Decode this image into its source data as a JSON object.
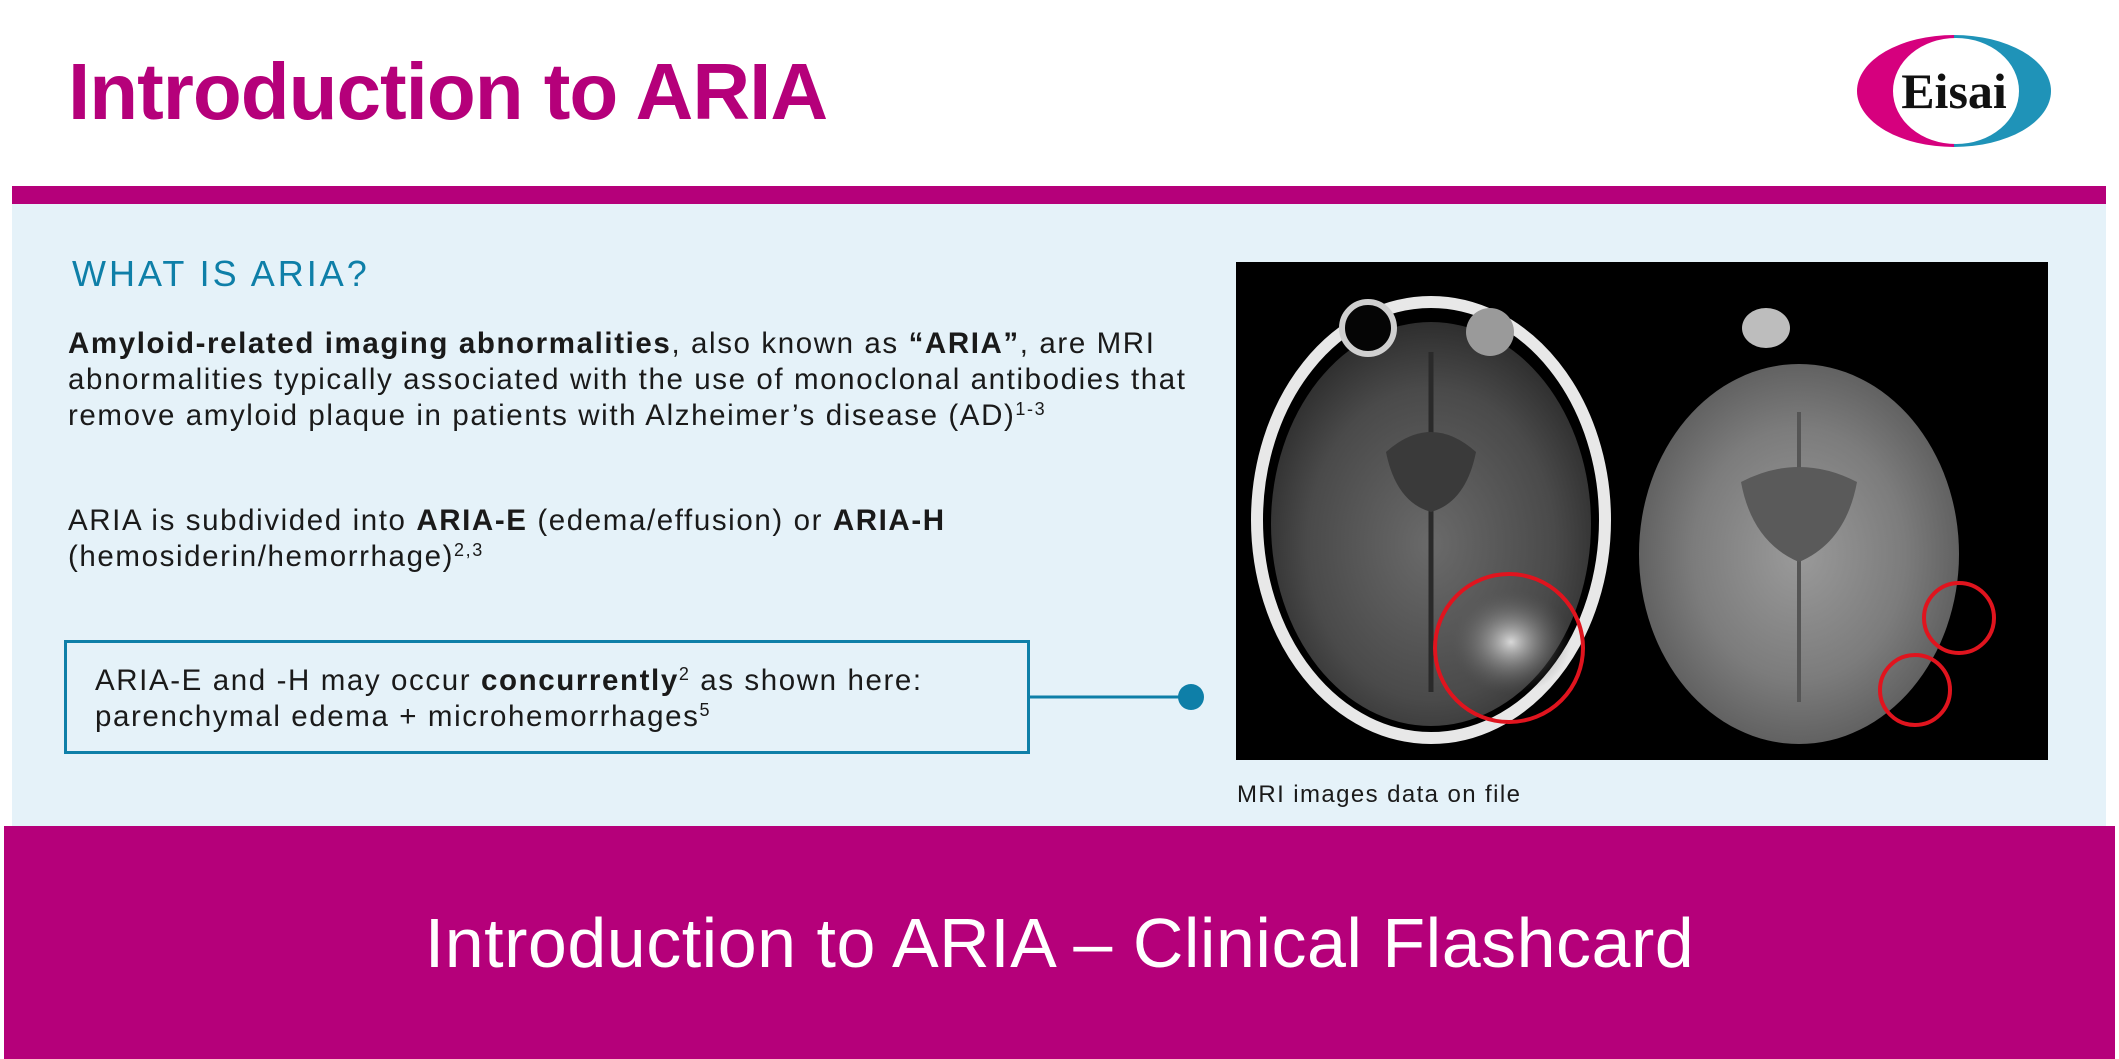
{
  "header": {
    "title": "Introduction to ARIA",
    "logo_text": "Eisai",
    "logo_colors": {
      "left": "#d6007e",
      "right": "#1f93b8"
    }
  },
  "section": {
    "heading": "WHAT IS ARIA?",
    "para1": {
      "bold_term": "Amyloid-related imaging abnormalities",
      "text_a": ", also known as ",
      "bold_alias": "“ARIA”",
      "text_b": ", are MRI abnormalities typically associated with the use of monoclonal antibodies that remove amyloid plaque in patients with Alzheimer’s disease (AD)",
      "refs": "1-3"
    },
    "para2": {
      "text_a": "ARIA is subdivided into ",
      "bold_e": "ARIA-E",
      "text_b": " (edema/effusion) or ",
      "bold_h": "ARIA-H",
      "text_c": " (hemosiderin/hemorrhage)",
      "refs": "2,3"
    },
    "callout": {
      "text_a": "ARIA-E and -H may occur ",
      "bold": "concurrently",
      "ref1": "2",
      "text_b": " as shown here: parenchymal edema + microhemorrhages",
      "ref2": "5"
    }
  },
  "image": {
    "caption": "MRI images data on file",
    "highlight_color": "#e0141e"
  },
  "footer": {
    "title": "Introduction to ARIA – Clinical Flashcard"
  },
  "colors": {
    "magenta": "#b5007a",
    "teal": "#0e7fa8",
    "panel_bg": "#e5f2f9"
  }
}
